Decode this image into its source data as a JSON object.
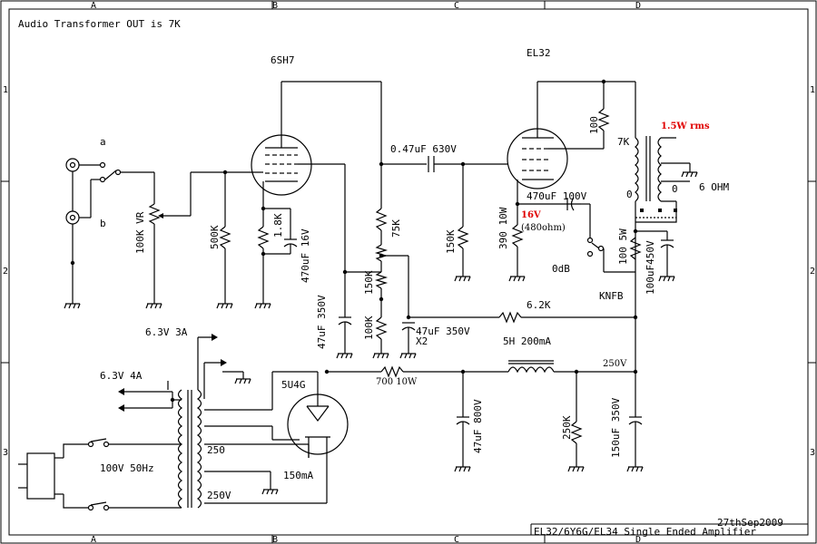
{
  "title_note": "Audio Transformer OUT is 7K",
  "border_refs": {
    "columns": [
      "A",
      "B",
      "C",
      "D"
    ],
    "rows": [
      "1",
      "2",
      "3"
    ]
  },
  "tubes": {
    "preamp": "6SH7",
    "power": "EL32",
    "rectifier": "5U4G"
  },
  "inputs": {
    "a": "a",
    "b": "b"
  },
  "components": {
    "vr": "100K VR",
    "r_500k": "500K",
    "r_1k8": "1.8K",
    "c_470u16": "470uF 16V",
    "c_047": "0.47uF 630V",
    "r_75k": "75K",
    "r_150k_top": "150K",
    "r_100k": "100K",
    "c_47u350_x2": "47uF 350V",
    "x2": "X2",
    "c_47u350v_left": "47uF 350V",
    "r_150k_grid": "150K",
    "r_390": "390 10W",
    "c_470u100": "470uF 100V",
    "r_100_g2": "100",
    "r_100_5w": "100 5W",
    "c_100u450": "100uF450V",
    "r_6k2": "6.2K",
    "r_700": "700 10W",
    "choke": "5H 200mA",
    "c_47u800": "47uF 800V",
    "r_250k": "250K",
    "c_150u350": "150uF 350V"
  },
  "annotations": {
    "power_rms": "1.5W rms",
    "cathode_v": "16V",
    "cathode_ohm": "(480ohm)",
    "ot_primary": "7K",
    "ot_zero_left": "0",
    "ot_zero_right": "0",
    "ot_out": "6 OHM",
    "zero_db": "0dB",
    "knfb": "KNFB",
    "b_plus": "250V",
    "heater_1": "6.3V 3A",
    "heater_2": "6.3V 4A",
    "mains": "100V 50Hz",
    "hv_1": "250",
    "hv_current": "150mA",
    "hv_2": "250V"
  },
  "footer": {
    "date": "27thSep2009",
    "title": "EL32/6Y6G/EL34 Single Ended Amplifier"
  },
  "colors": {
    "ink": "#000000",
    "highlight": "#e00000",
    "background": "#ffffff"
  }
}
